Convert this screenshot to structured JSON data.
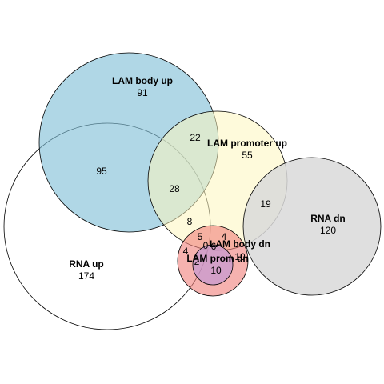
{
  "sets": [
    {
      "id": "rna_up",
      "name": "RNA up",
      "count": "174",
      "color": "none"
    },
    {
      "id": "lam_body_up",
      "name": "LAM body up",
      "count": "91",
      "color": "#7fbfd6"
    },
    {
      "id": "lam_promoter_up",
      "name": "LAM promoter up",
      "count": "55",
      "color": "#fdf5bd"
    },
    {
      "id": "rna_dn",
      "name": "RNA dn",
      "count": "120",
      "color": "#d9d9d9"
    },
    {
      "id": "lam_body_dn",
      "name": "LAM body dn",
      "count": "",
      "color": "#f07f7a"
    },
    {
      "id": "lam_prom_dn",
      "name": "LAM prom dn",
      "count": "10",
      "color": "#c79ad0"
    }
  ],
  "intersections": [
    {
      "id": "rnaup_bodyup",
      "value": "95"
    },
    {
      "id": "bodyup_promup",
      "value": "22"
    },
    {
      "id": "rnaup_bodyup_promup",
      "value": "28"
    },
    {
      "id": "rnaup_promup",
      "value": "8"
    },
    {
      "id": "promup_rnadn",
      "value": "19"
    },
    {
      "id": "promup_bodydn",
      "value": "5"
    },
    {
      "id": "bodydn_a",
      "value": "0"
    },
    {
      "id": "bodydn_b",
      "value": "6"
    },
    {
      "id": "bodydn_c",
      "value": "4"
    },
    {
      "id": "rnadn_bodydn",
      "value": "10"
    },
    {
      "id": "rnaup_bodydn",
      "value": "4"
    },
    {
      "id": "rnaup_promdn",
      "value": "2"
    }
  ]
}
